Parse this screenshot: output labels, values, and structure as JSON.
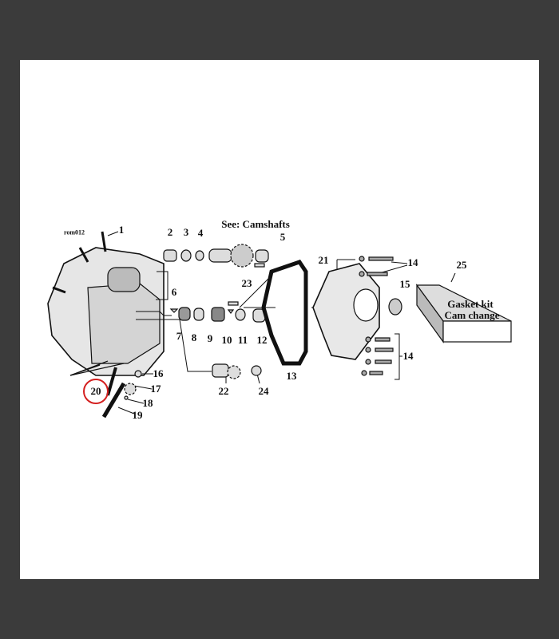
{
  "diagram": {
    "code": "rom012",
    "reference_note": "See: Camshafts",
    "highlighted_part": "20",
    "highlight_color": "#d42020",
    "callouts": [
      "1",
      "2",
      "3",
      "4",
      "5",
      "6",
      "7",
      "8",
      "9",
      "10",
      "11",
      "12",
      "13",
      "14",
      "14",
      "15",
      "16",
      "17",
      "18",
      "19",
      "20",
      "21",
      "22",
      "23",
      "24",
      "25"
    ],
    "kit_box": {
      "line1": "Gasket kit",
      "line2": "Cam change"
    }
  }
}
